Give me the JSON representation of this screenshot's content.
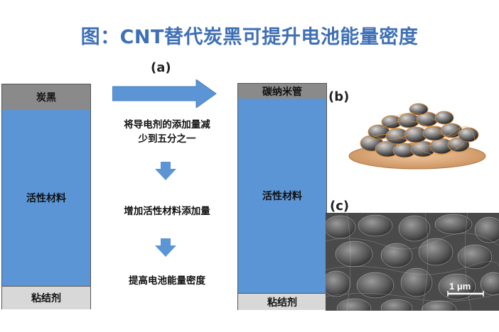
{
  "title": "图：CNT替代炭黑可提升电池能量密度",
  "label_a": "(a)",
  "label_b": "(b)",
  "label_c": "(c)",
  "left_column": {
    "top": "炭黑",
    "middle": "活性材料",
    "bottom": "粘结剂"
  },
  "right_column": {
    "top": "碳纳米管",
    "middle": "活性材料",
    "bottom": "粘结剂"
  },
  "steps": {
    "step1_line1": "将导电剂的添加量减",
    "step1_line2": "少到五分之一",
    "step2": "增加活性材料添加量",
    "step3": "提高电池能量密度"
  },
  "scale_bar": "1 μm",
  "colors": {
    "title": "#3f6fb5",
    "arrow": "#5b95d5",
    "active_material": "#5b95d5",
    "conductive_agent": "#8a8a8a",
    "binder": "#d8d8d8"
  }
}
